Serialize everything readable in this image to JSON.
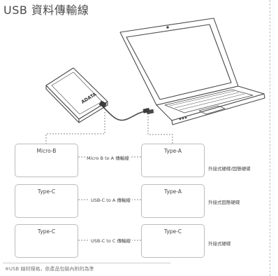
{
  "title": "USB 資料傳輸線",
  "rows": [
    {
      "source_label": "Micro-B",
      "cable_label": "Micro B to A 傳輸線",
      "target_label": "Type-A",
      "use_label": "外接式硬碟/固態硬碟"
    },
    {
      "source_label": "Type-C",
      "cable_label": "USB-C to A 傳輸線",
      "target_label": "Type-A",
      "use_label": "外接式固態硬碟"
    },
    {
      "source_label": "Type-C",
      "cable_label": "USB-C to C 傳輸線",
      "target_label": "Type-C",
      "use_label": "外接式硬碟"
    }
  ],
  "drive_logo": "ADATA",
  "footnote": "※USB 線材規格，依產品包裝內附的為準",
  "colors": {
    "device_stroke": "#4a4a4a",
    "card_border": "#bcbcbc",
    "dotted_leader": "#8a8a8a",
    "connector_fill": "#3c3c3c"
  }
}
